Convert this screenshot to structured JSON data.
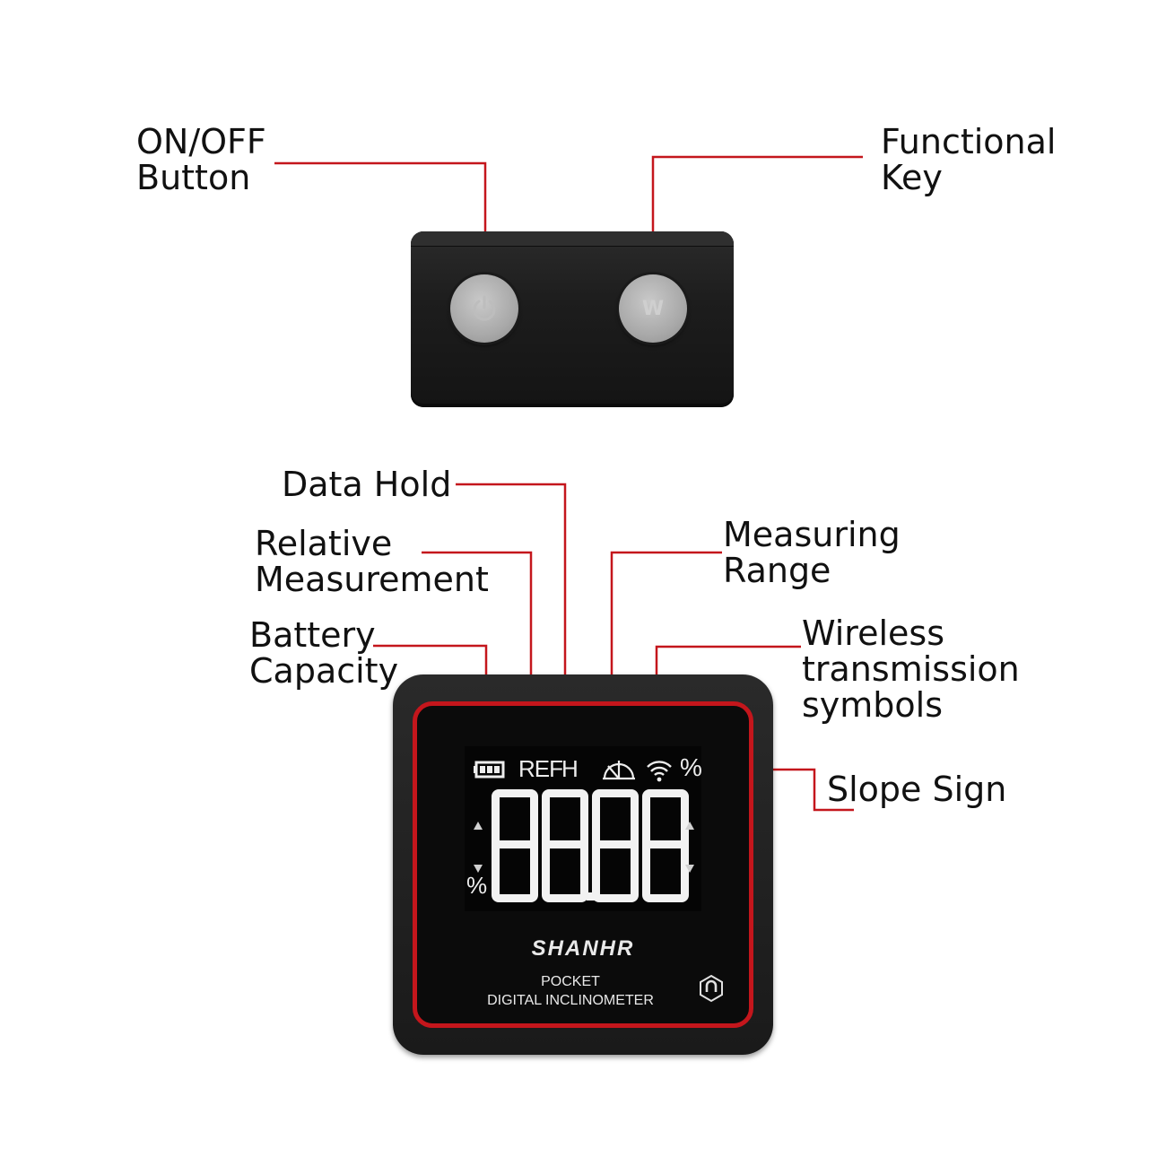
{
  "labels": {
    "on_off": [
      "ON/OFF",
      "Button"
    ],
    "functional_key": [
      "Functional",
      "Key"
    ],
    "data_hold": "Data Hold",
    "relative_measurement": [
      "Relative",
      "Measurement"
    ],
    "battery_capacity": [
      "Battery",
      "Capacity"
    ],
    "measuring_range": [
      "Measuring",
      "Range"
    ],
    "wireless": [
      "Wireless",
      "transmission",
      "symbols"
    ],
    "slope_sign": "Slope Sign"
  },
  "top_device": {
    "power_icon": "power-icon",
    "function_button_text": "W"
  },
  "display": {
    "ref": "REF",
    "hold": "H",
    "percent_top": "%",
    "percent_side": "%",
    "battery_icon": "battery-icon",
    "range_icon": "angle-range-icon",
    "wifi_icon": "wifi-icon"
  },
  "device": {
    "brand": "SHANHR",
    "product_line1": "POCKET",
    "product_line2": "DIGITAL INCLINOMETER",
    "magnet_icon": "magnet-icon"
  },
  "colors": {
    "leader": "#c4161c",
    "accent_red": "#c4161c"
  }
}
